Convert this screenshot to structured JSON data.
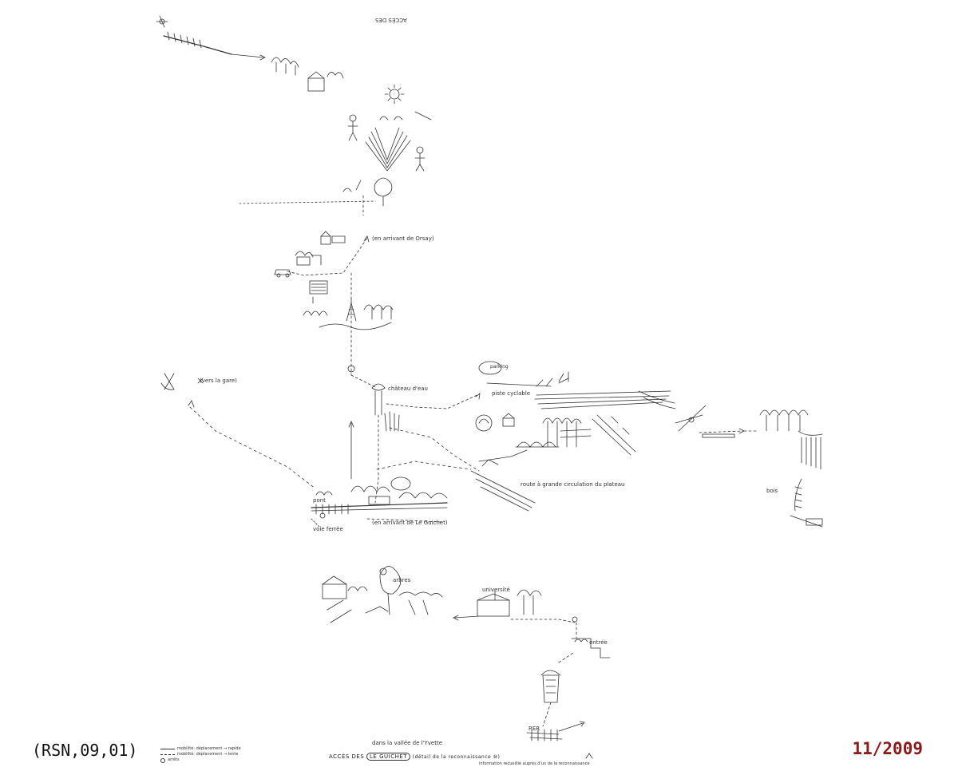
{
  "reference": "(RSN,09,01)",
  "date": "11/2009",
  "colors": {
    "ink": "#333333",
    "date": "#8b1a1a",
    "paper": "#ffffff"
  },
  "legend": {
    "items": [
      {
        "symbol": "solid-arrow",
        "label": "mobilité: déplacement → rapide"
      },
      {
        "symbol": "dashed-arrow",
        "label": "mobilité: déplacement → lente"
      },
      {
        "symbol": "circle",
        "label": "arrêts"
      }
    ]
  },
  "title": {
    "prefix": "ACCÈS DES",
    "place": "LE GUICHET",
    "suffix": "(détail de la reconnaissance ⑩)",
    "note_above": "dans la vallée de l'Yvette",
    "note_below": "information recueillie auprès d'un de la reconnaissance"
  },
  "annotations": {
    "top_title": "ACCÈS DES",
    "cycles": "piste cyclable",
    "vers_gare": "(vers la gare)",
    "rer": "RER",
    "vers_orsay": "(en arrivant de Orsay)",
    "vers_guichet": "(en arrivant de Le Guichet)",
    "chateau_eau": "château d'eau",
    "pont": "pont",
    "voie_ferree": "voie ferrée",
    "bois": "bois",
    "parking": "parking",
    "universite": "université",
    "route_plateau": "route à grande circulation du plateau",
    "entree": "entrée",
    "arbres": "arbres"
  }
}
